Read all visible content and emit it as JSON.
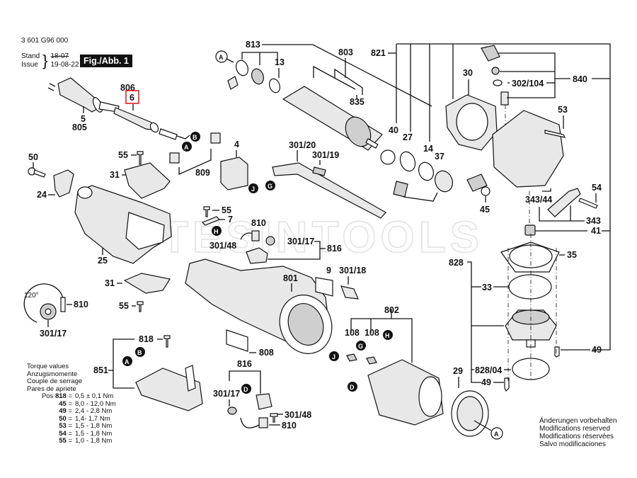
{
  "document": {
    "part_number": "3 601 G96 000",
    "stand_label": "Stand",
    "issue_label": "Issue",
    "stand_value_struck": "18-07",
    "issue_value": "19-08-22",
    "figure_label": "Fig./Abb. 1",
    "watermark": "TESINTOOLS",
    "highlight_color": "#e02020",
    "highlighted_part": "6"
  },
  "torque": {
    "heading_lines": [
      "Torque values",
      "Anzugsmomente",
      "Couple de serrage",
      "Pares de apriete"
    ],
    "pos_prefix": "Pos",
    "rows": [
      {
        "pos": "818",
        "value": "0,5 ± 0,1 Nm"
      },
      {
        "pos": "45",
        "value": "8,0 - 12,0 Nm"
      },
      {
        "pos": "49",
        "value": "2,4 - 2,8 Nm"
      },
      {
        "pos": "50",
        "value": "1,4- 1,7 Nm"
      },
      {
        "pos": "53",
        "value": "1,5 - 1,8 Nm"
      },
      {
        "pos": "54",
        "value": "1,5 - 1,8 Nm"
      },
      {
        "pos": "55",
        "value": "1,0 - 1,8 Nm"
      }
    ]
  },
  "modifications": [
    "Änderungen vorbehalten",
    "Modifications reserved",
    "Modifications réservées",
    "Salvo modificaciones"
  ],
  "labels": {
    "p813": "813",
    "p803": "803",
    "p821": "821",
    "p13": "13",
    "p835": "835",
    "p30": "30",
    "p302_104": "302/104",
    "p840": "840",
    "p53": "53",
    "p806": "806",
    "p6": "6",
    "p5": "5",
    "p805": "805",
    "p40": "40",
    "p27": "27",
    "p14": "14",
    "p37": "37",
    "p45": "45",
    "p50": "50",
    "p55a": "55",
    "p31a": "31",
    "p809": "809",
    "p4": "4",
    "p301_20": "301/20",
    "p301_19": "301/19",
    "p24": "24",
    "p25": "25",
    "p55b": "55",
    "p7": "7",
    "p810a": "810",
    "p301_48a": "301/48",
    "p301_17a": "301/17",
    "p816a": "816",
    "p343_44": "343/44",
    "p54": "54",
    "p343": "343",
    "p41": "41",
    "p35": "35",
    "p828": "828",
    "p33": "33",
    "p31b": "31",
    "p55c": "55",
    "p801": "801",
    "p9": "9",
    "p301_18": "301/18",
    "angle": "120°",
    "p810b": "810",
    "p301_17b": "301/17",
    "p818": "818",
    "p851": "851",
    "p808": "808",
    "p802": "802",
    "p108a": "108",
    "p108b": "108",
    "p49a": "49",
    "p29": "29",
    "p828_04": "828/04",
    "p49b": "49",
    "p816b": "816",
    "p301_17c": "301/17",
    "p301_48b": "301/48",
    "p810c": "810"
  },
  "connectors": {
    "A": "A",
    "B": "B",
    "D": "D",
    "G": "G",
    "H": "H",
    "J": "J"
  }
}
